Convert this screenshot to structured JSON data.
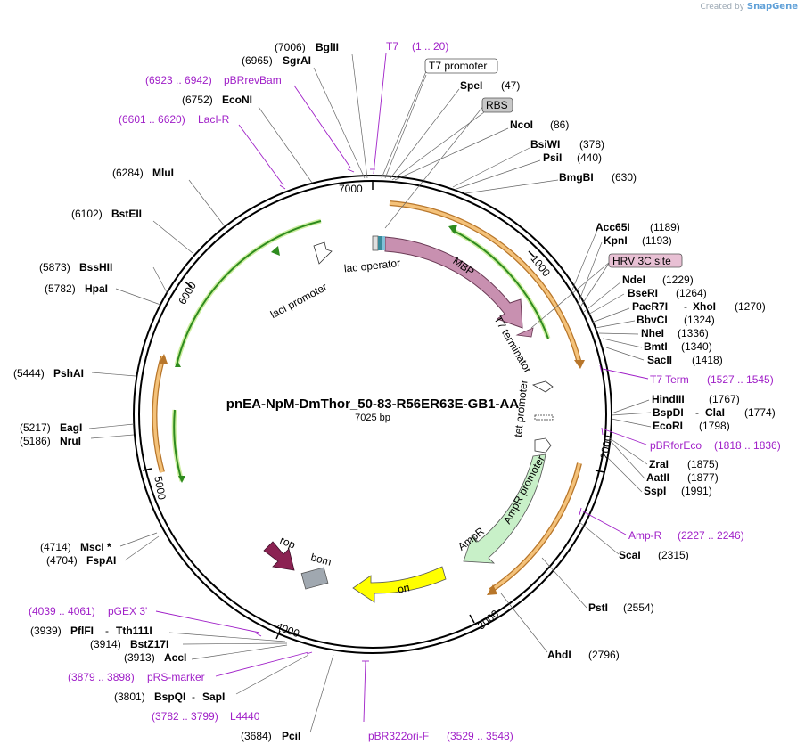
{
  "credit": {
    "prefix": "Created by",
    "brand": "SnapGene"
  },
  "map": {
    "title": "pnEA-NpM-DmThor_50-83-R56ER63E-GB1-AA",
    "length": "7025 bp",
    "ticks": [
      "7000",
      "1000",
      "2000",
      "3000",
      "4000",
      "5000",
      "6000"
    ]
  },
  "sites": [
    {
      "name": "BglII",
      "pos": "(7006)"
    },
    {
      "name": "SgrAI",
      "pos": "(6965)"
    },
    {
      "name": "EcoNI",
      "pos": "(6752)"
    },
    {
      "name": "MluI",
      "pos": "(6284)"
    },
    {
      "name": "BstEII",
      "pos": "(6102)"
    },
    {
      "name": "BssHII",
      "pos": "(5873)"
    },
    {
      "name": "HpaI",
      "pos": "(5782)"
    },
    {
      "name": "PshAI",
      "pos": "(5444)"
    },
    {
      "name": "EagI",
      "pos": "(5217)"
    },
    {
      "name": "NruI",
      "pos": "(5186)"
    },
    {
      "name": "MscI *",
      "pos": "(4714)"
    },
    {
      "name": "FspAI",
      "pos": "(4704)"
    },
    {
      "name": "PflFI",
      "name2": "Tth111I",
      "pos": "(3939)"
    },
    {
      "name": "BstZ17I",
      "pos": "(3914)"
    },
    {
      "name": "AccI",
      "pos": "(3913)"
    },
    {
      "name": "BspQI",
      "name2": "SapI",
      "pos": "(3801)"
    },
    {
      "name": "PciI",
      "pos": "(3684)"
    },
    {
      "name": "SpeI",
      "pos": "(47)"
    },
    {
      "name": "NcoI",
      "pos": "(86)"
    },
    {
      "name": "BsiWI",
      "pos": "(378)"
    },
    {
      "name": "PsiI",
      "pos": "(440)"
    },
    {
      "name": "BmgBI",
      "pos": "(630)"
    },
    {
      "name": "Acc65I",
      "pos": "(1189)"
    },
    {
      "name": "KpnI",
      "pos": "(1193)"
    },
    {
      "name": "NdeI",
      "pos": "(1229)"
    },
    {
      "name": "BseRI",
      "pos": "(1264)"
    },
    {
      "name": "PaeR7I",
      "name2": "XhoI",
      "pos": "(1270)"
    },
    {
      "name": "BbvCI",
      "pos": "(1324)"
    },
    {
      "name": "NheI",
      "pos": "(1336)"
    },
    {
      "name": "BmtI",
      "pos": "(1340)"
    },
    {
      "name": "SacII",
      "pos": "(1418)"
    },
    {
      "name": "HindIII",
      "pos": "(1767)"
    },
    {
      "name": "BspDI",
      "name2": "ClaI",
      "pos": "(1774)"
    },
    {
      "name": "EcoRI",
      "pos": "(1798)"
    },
    {
      "name": "ZraI",
      "pos": "(1875)"
    },
    {
      "name": "AatII",
      "pos": "(1877)"
    },
    {
      "name": "SspI",
      "pos": "(1991)"
    },
    {
      "name": "ScaI",
      "pos": "(2315)"
    },
    {
      "name": "PstI",
      "pos": "(2554)"
    },
    {
      "name": "AhdI",
      "pos": "(2796)"
    }
  ],
  "primers": [
    {
      "name": "T7",
      "range": "(1 .. 20)"
    },
    {
      "name": "pBRrevBam",
      "range": "(6923 .. 6942)"
    },
    {
      "name": "LacI-R",
      "range": "(6601 .. 6620)"
    },
    {
      "name": "T7 Term",
      "range": "(1527 .. 1545)"
    },
    {
      "name": "pBRforEco",
      "range": "(1818 .. 1836)"
    },
    {
      "name": "Amp-R",
      "range": "(2227 .. 2246)"
    },
    {
      "name": "pGEX 3'",
      "range": "(4039 .. 4061)"
    },
    {
      "name": "pRS-marker",
      "range": "(3879 .. 3898)"
    },
    {
      "name": "L4440",
      "range": "(3782 .. 3799)"
    },
    {
      "name": "pBR322ori-F",
      "range": "(3529 .. 3548)"
    }
  ],
  "boxed_features": [
    "T7 promoter",
    "RBS",
    "HRV 3C site"
  ],
  "features": [
    "lac operator",
    "MBP",
    "T7 terminator",
    "lacI promoter",
    "tet promoter",
    "AmpR promoter",
    "AmpR",
    "ori",
    "rop",
    "bom"
  ],
  "colors": {
    "primer": "#a020c8",
    "orf": "#e8a040",
    "orf_inner": "#2e8b1e",
    "mbp": "#c890b0",
    "ampr": "#c8f0c8",
    "ori": "#ffff00",
    "rop": "#8b2252",
    "bom": "#a0a8b0"
  }
}
